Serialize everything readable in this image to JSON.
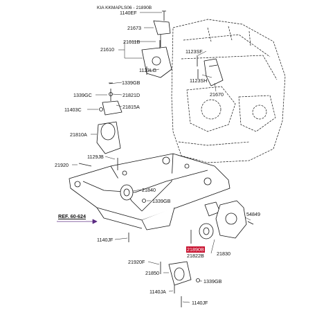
{
  "header": {
    "code": "KIA KKMAPLS06 - 21890B"
  },
  "reference": {
    "text": "REF. 60-624"
  },
  "parts": {
    "p1140EF": "1140EF",
    "p21673": "21673",
    "p21611B": "21611B",
    "p21610": "21610",
    "p1123LG": "1123LG",
    "p1123SF": "1123SF",
    "p1123SH": "1123SH",
    "p21670": "21670",
    "p1339GB_a": "1339GB",
    "p1339GC": "1339GC",
    "p21821D": "21821D",
    "p11403C": "11403C",
    "p21815A": "21815A",
    "p21810A": "21810A",
    "p1129JB": "1129JB",
    "p21920": "21920",
    "p21840": "21840",
    "p1339GB_b": "1339GB",
    "p54849": "54849",
    "p1140JF_a": "1140JF",
    "p21890B": "21890B",
    "p21822B": "21822B",
    "p21830": "21830",
    "p21920F": "21920F",
    "p21850": "21850",
    "p1339GB_c": "1339GB",
    "p1140JA": "1140JA",
    "p1140JF_b": "1140JF"
  },
  "colors": {
    "highlight": "#c8102e",
    "line": "#111111",
    "ref": "#5b2b82"
  }
}
